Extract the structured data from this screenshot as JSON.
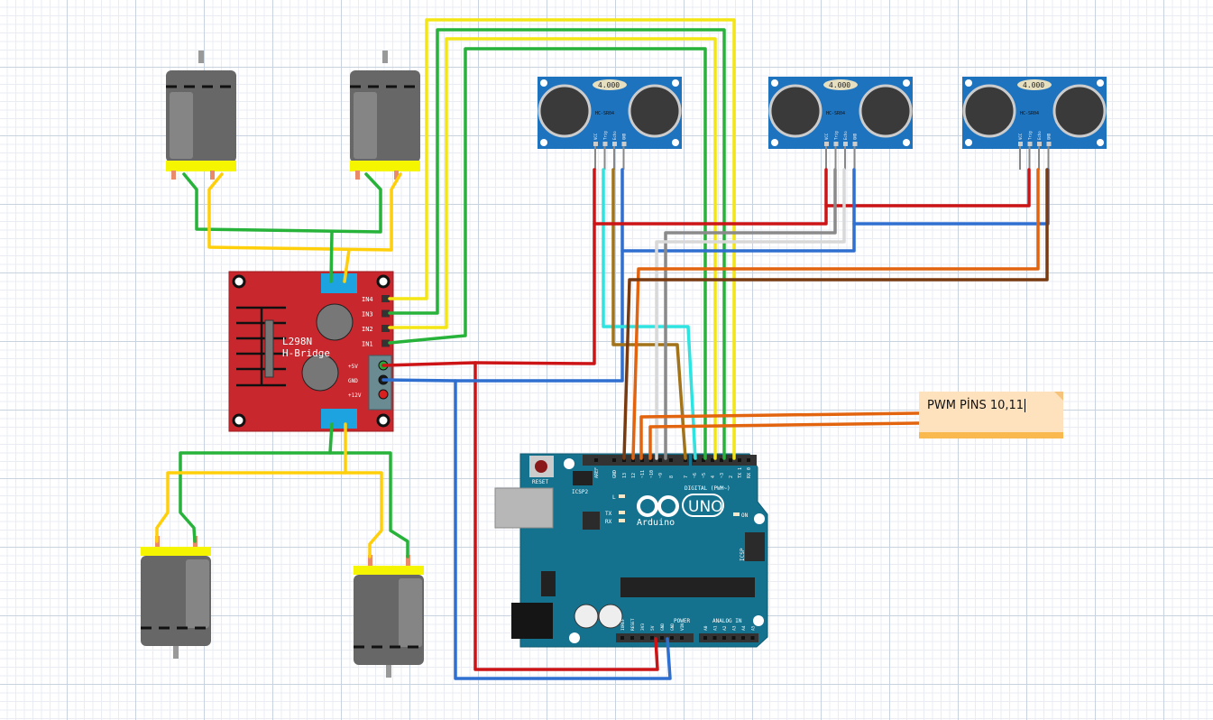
{
  "canvas": {
    "title": "Fritzing breadboard view"
  },
  "hbridge": {
    "title_line1": "L298N",
    "title_line2": "H-Bridge",
    "pins": [
      "IN4",
      "IN3",
      "IN2",
      "IN1"
    ],
    "power_pins": [
      "+5V",
      "GND",
      "+12V"
    ],
    "board_color": "#c8272d"
  },
  "sensors": [
    {
      "id": "sensor-1",
      "display": "4.000",
      "model": "HC-SR04",
      "pins": [
        "VCC",
        "Trig",
        "Echo",
        "GND"
      ]
    },
    {
      "id": "sensor-2",
      "display": "4.000",
      "model": "HC-SR04",
      "pins": [
        "VCC",
        "Trig",
        "Echo",
        "GND"
      ]
    },
    {
      "id": "sensor-3",
      "display": "4.000",
      "model": "HC-SR04",
      "pins": [
        "VCC",
        "Trig",
        "Echo",
        "GND"
      ]
    }
  ],
  "motors": [
    {
      "id": "motor-top-left"
    },
    {
      "id": "motor-top-right"
    },
    {
      "id": "motor-bottom-left"
    },
    {
      "id": "motor-bottom-right"
    }
  ],
  "arduino": {
    "model_word": "UNO",
    "brand": "Arduino",
    "reset_label": "RESET",
    "icsp2_label": "ICSP2",
    "icsp_label": "ICSP",
    "digital_label": "DIGITAL (PWM~)",
    "led_labels": [
      "L",
      "TX",
      "RX",
      "ON"
    ],
    "digital_pins": [
      "AREF",
      "GND",
      "13",
      "12",
      "~11",
      "~10",
      "~9",
      "8",
      "7",
      "~6",
      "~5",
      "4",
      "~3",
      "2",
      "TX 1",
      "RX 0"
    ],
    "power_label": "POWER",
    "power_pins": [
      "IOREF",
      "RESET",
      "3V3",
      "5V",
      "GND",
      "GND",
      "VIN"
    ],
    "analog_label": "ANALOG IN",
    "analog_pins": [
      "A0",
      "A1",
      "A2",
      "A3",
      "A4",
      "A5"
    ],
    "board_color": "#14728f"
  },
  "note": {
    "text": "PWM PİNS 10,11"
  },
  "wire_colors": {
    "red": "#cc1416",
    "blue": "#2f6fd0",
    "green": "#27b23a",
    "yellow": "#f4e514",
    "motor_yellow": "#ffcf0a",
    "cyan": "#2ee3e0",
    "ochre": "#a3731a",
    "brown": "#7a3a10",
    "orange": "#e3640f",
    "gray": "#8a8a8a",
    "white": "#d8d8d8"
  }
}
